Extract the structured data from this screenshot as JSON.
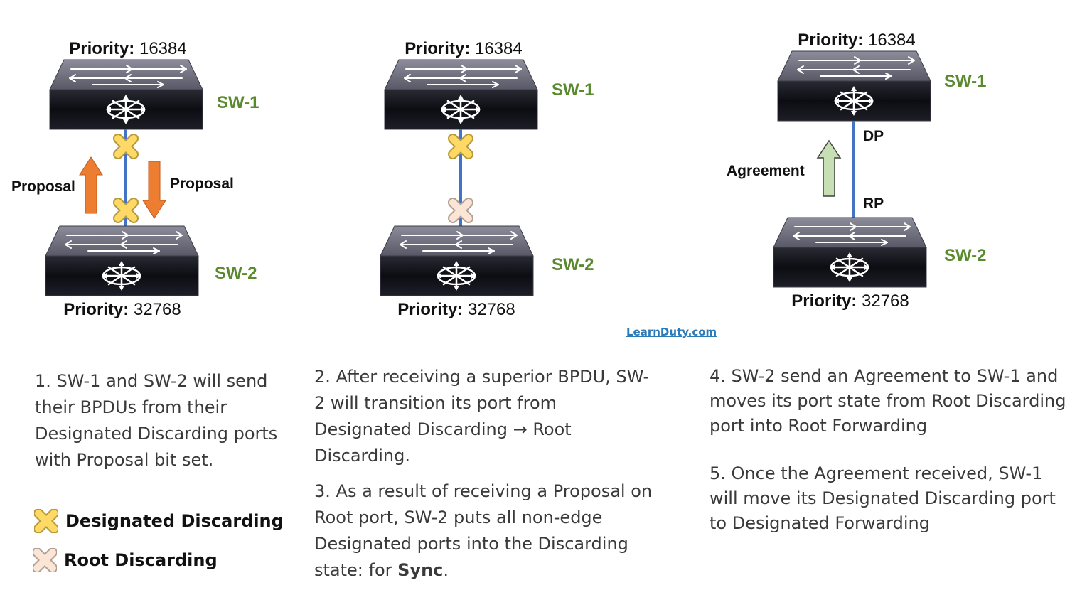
{
  "colors": {
    "green_label": "#5a8a2e",
    "link": "#2b7bb8",
    "line": "#4472c4",
    "proposal_arrow": "#ed7d31",
    "agreement_arrow": "#c6e0b4",
    "designated_x": "#ffd966",
    "root_x": "#fbe5d6"
  },
  "panels": [
    {
      "top_priority": {
        "label": "Priority:",
        "value": "16384"
      },
      "top_switch": "SW-1",
      "bottom_priority": {
        "label": "Priority:",
        "value": "32768"
      },
      "bottom_switch": "SW-2",
      "left_arrow_label": "Proposal",
      "right_arrow_label": "Proposal"
    },
    {
      "top_priority": {
        "label": "Priority:",
        "value": "16384"
      },
      "top_switch": "SW-1",
      "bottom_priority": {
        "label": "Priority:",
        "value": "32768"
      },
      "bottom_switch": "SW-2"
    },
    {
      "top_priority": {
        "label": "Priority:",
        "value": "16384"
      },
      "top_switch": "SW-1",
      "bottom_priority": {
        "label": "Priority:",
        "value": "32768"
      },
      "bottom_switch": "SW-2",
      "arrow_label": "Agreement",
      "top_port": "DP",
      "bottom_port": "RP"
    }
  ],
  "watermark": "LearnDuty.com",
  "steps": {
    "s1": "1. SW-1 and SW-2 will send their BPDUs from their Designated Discarding ports with Proposal bit set.",
    "s2": "2. After receiving a superior BPDU, SW-2 will transition its port from Designated Discarding → Root Discarding.",
    "s3_pre": "3. As a result of receiving a Proposal on Root port, SW-2 puts all non-edge Designated ports into the Discarding state: for ",
    "s3_bold": "Sync",
    "s3_post": ".",
    "s4": "4. SW-2 send an Agreement to SW-1 and moves its port state from Root Discarding port into Root Forwarding",
    "s5": "5. Once the Agreement received, SW-1 will move its Designated Discarding port to Designated Forwarding"
  },
  "legend": {
    "designated": "Designated Discarding",
    "root": "Root Discarding"
  }
}
